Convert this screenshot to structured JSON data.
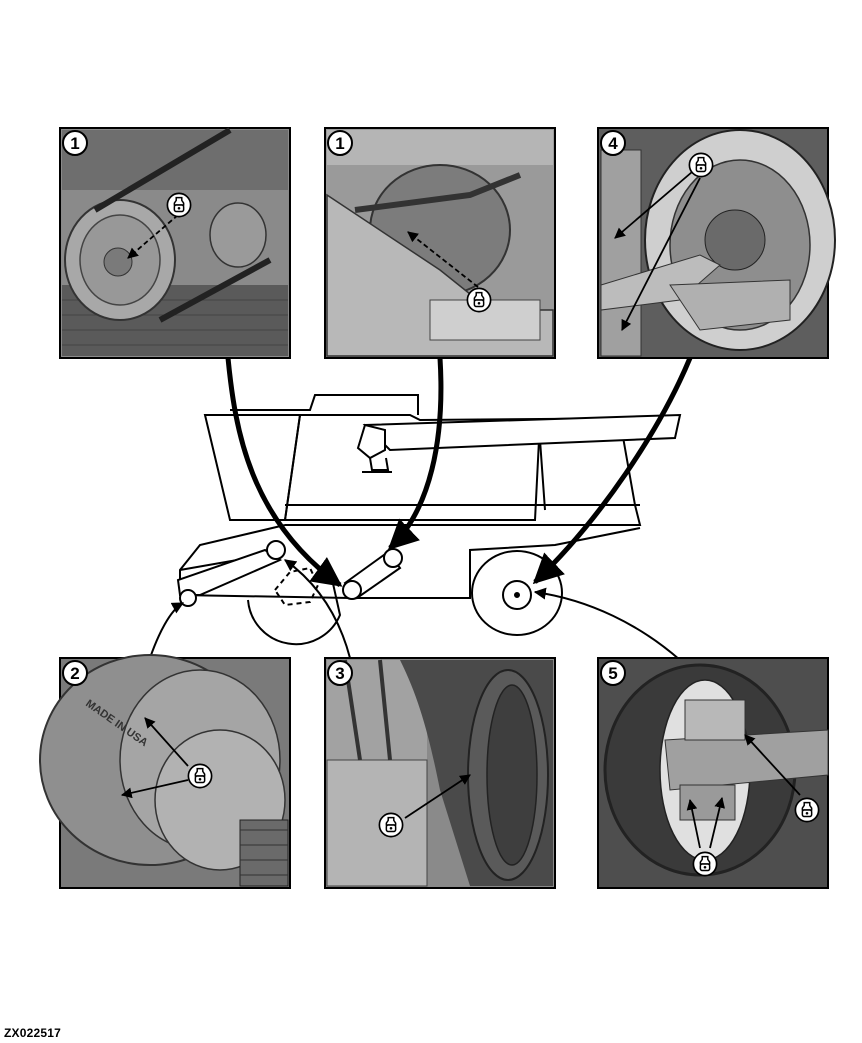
{
  "panels": [
    {
      "number": "1"
    },
    {
      "number": "1"
    },
    {
      "number": "4"
    },
    {
      "number": "2"
    },
    {
      "number": "3"
    },
    {
      "number": "5"
    }
  ],
  "pulley_text": "MADE IN USA",
  "figure_ref": "ZX022517"
}
